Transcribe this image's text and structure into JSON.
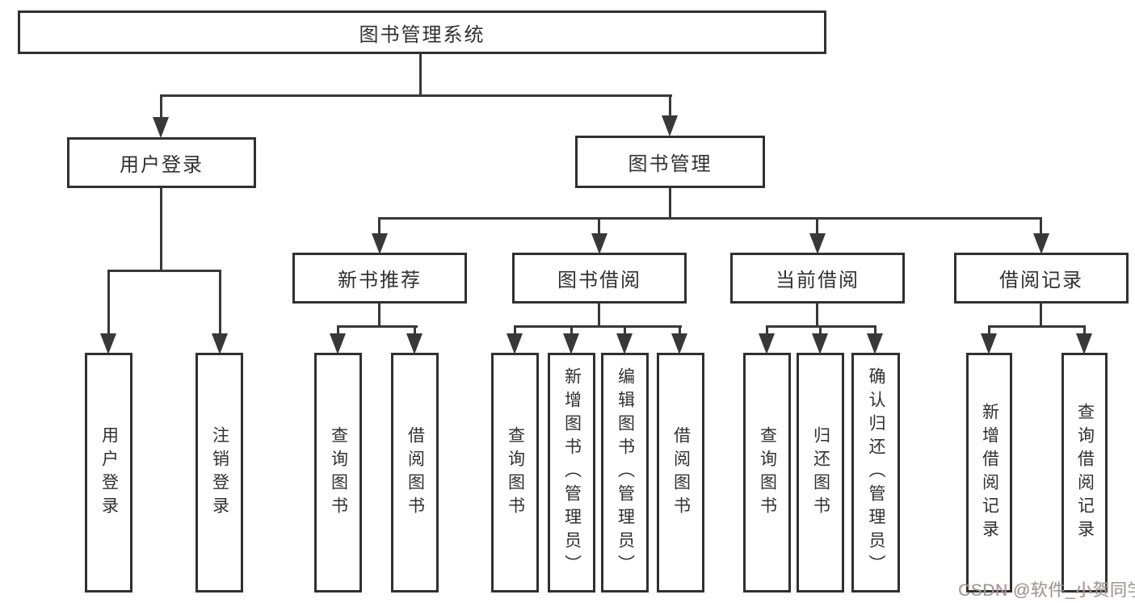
{
  "diagram": {
    "root": {
      "label": "图书管理系统"
    },
    "branches": [
      {
        "label": "用户登录",
        "children": [
          {
            "label": "用户登录"
          },
          {
            "label": "注销登录"
          }
        ]
      },
      {
        "label": "图书管理",
        "children": [
          {
            "label": "新书推荐",
            "children": [
              {
                "label": "查询图书"
              },
              {
                "label": "借阅图书"
              }
            ]
          },
          {
            "label": "图书借阅",
            "children": [
              {
                "label": "查询图书"
              },
              {
                "label": "新增图书（管理员）"
              },
              {
                "label": "编辑图书（管理员）"
              },
              {
                "label": "借阅图书"
              }
            ]
          },
          {
            "label": "当前借阅",
            "children": [
              {
                "label": "查询图书"
              },
              {
                "label": "归还图书"
              },
              {
                "label": "确认归还（管理员）"
              }
            ]
          },
          {
            "label": "借阅记录",
            "children": [
              {
                "label": "新增借阅记录"
              },
              {
                "label": "查询借阅记录"
              }
            ]
          }
        ]
      }
    ]
  },
  "watermark": {
    "text": "CSDN @软件_小贺同学",
    "color": "#9a9a9a"
  },
  "colors": {
    "background": "#ffffff",
    "box_border": "#303030",
    "line": "#383838",
    "text": "#303030"
  }
}
